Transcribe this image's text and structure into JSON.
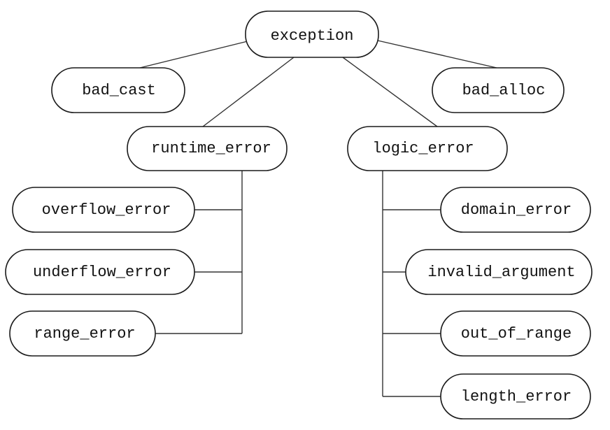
{
  "diagram": {
    "nodes": [
      {
        "id": "exception",
        "label": "exception"
      },
      {
        "id": "bad_cast",
        "label": "bad_cast"
      },
      {
        "id": "bad_alloc",
        "label": "bad_alloc"
      },
      {
        "id": "runtime_error",
        "label": "runtime_error"
      },
      {
        "id": "logic_error",
        "label": "logic_error"
      },
      {
        "id": "overflow_error",
        "label": "overflow_error"
      },
      {
        "id": "underflow_error",
        "label": "underflow_error"
      },
      {
        "id": "range_error",
        "label": "range_error"
      },
      {
        "id": "domain_error",
        "label": "domain_error"
      },
      {
        "id": "invalid_argument",
        "label": "invalid_argument"
      },
      {
        "id": "out_of_range",
        "label": "out_of_range"
      },
      {
        "id": "length_error",
        "label": "length_error"
      }
    ],
    "edges": [
      {
        "from": "exception",
        "to": "bad_cast"
      },
      {
        "from": "exception",
        "to": "bad_alloc"
      },
      {
        "from": "exception",
        "to": "runtime_error"
      },
      {
        "from": "exception",
        "to": "logic_error"
      },
      {
        "from": "runtime_error",
        "to": "overflow_error"
      },
      {
        "from": "runtime_error",
        "to": "underflow_error"
      },
      {
        "from": "runtime_error",
        "to": "range_error"
      },
      {
        "from": "logic_error",
        "to": "domain_error"
      },
      {
        "from": "logic_error",
        "to": "invalid_argument"
      },
      {
        "from": "logic_error",
        "to": "out_of_range"
      },
      {
        "from": "logic_error",
        "to": "length_error"
      }
    ]
  }
}
